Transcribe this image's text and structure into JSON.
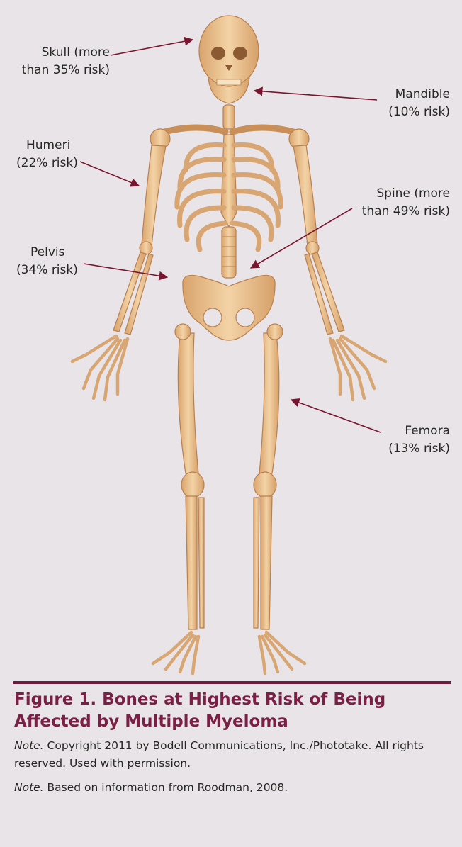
{
  "colors": {
    "background": "#e9e4e7",
    "arrow": "#7a1530",
    "caption_title": "#7a1f45",
    "rule": "#6e1b3f",
    "bone": "#ecc593",
    "bone_shadow": "#c98f58"
  },
  "labels": {
    "skull": [
      "Skull (more",
      "than 35% risk)"
    ],
    "mandible": [
      "Mandible",
      "(10% risk)"
    ],
    "humeri": [
      "Humeri",
      "(22% risk)"
    ],
    "spine": [
      "Spine (more",
      "than 49% risk)"
    ],
    "pelvis": [
      "Pelvis",
      "(34% risk)"
    ],
    "femora": [
      "Femora",
      "(13% risk)"
    ]
  },
  "caption": {
    "title": "Figure 1. Bones at Highest Risk of Being Affected by Multiple Myeloma",
    "note1_prefix": "Note.",
    "note1_text": " Copyright 2011 by Bodell Communications, Inc./Phototake. All rights reserved. Used with permission.",
    "note2_prefix": "Note.",
    "note2_text": " Based on information from Roodman, 2008."
  },
  "icons": {
    "skeleton": "skeleton-illustration",
    "arrow": "arrow-icon"
  }
}
